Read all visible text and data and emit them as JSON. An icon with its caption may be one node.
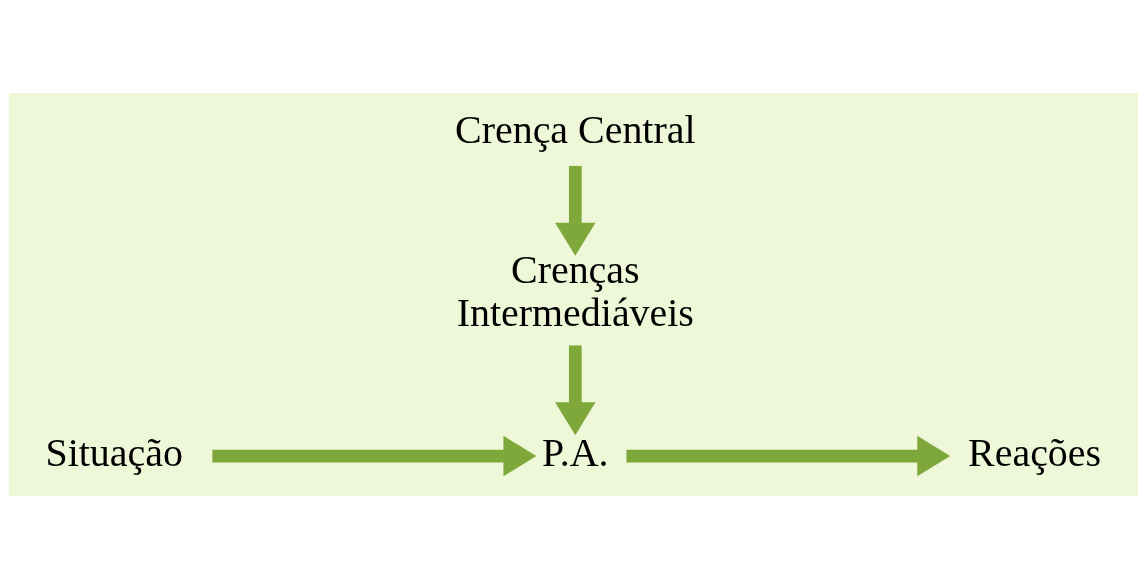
{
  "diagram": {
    "nodes": [
      {
        "text": [
          "Crença Central"
        ]
      },
      {
        "text": [
          "Crenças Intermediáveis"
        ]
      },
      {
        "text": [
          "Situação"
        ]
      },
      {
        "text": [
          "P.A."
        ]
      },
      {
        "text": [
          "Reações"
        ]
      }
    ],
    "edges": [
      {
        "from": 0,
        "to": 1,
        "arrow": "to"
      },
      {
        "from": 1,
        "to": 3,
        "arrow": "to"
      },
      {
        "from": 2,
        "to": 3,
        "arrow": "to"
      },
      {
        "from": 3,
        "to": 4,
        "arrow": "to"
      }
    ]
  }
}
